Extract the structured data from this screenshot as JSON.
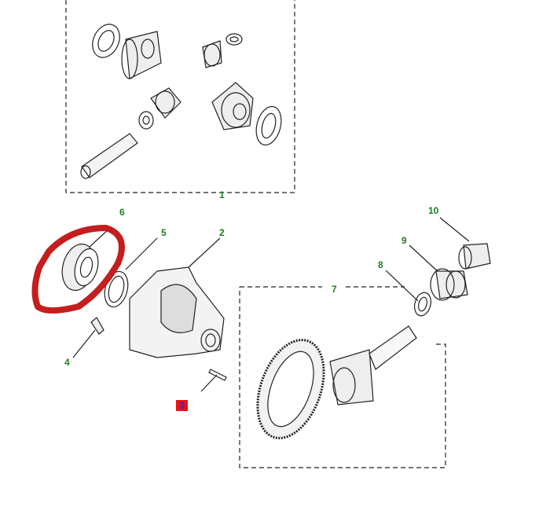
{
  "diagram": {
    "callouts": [
      {
        "id": "1",
        "label": "1"
      },
      {
        "id": "2",
        "label": "2"
      },
      {
        "id": "3",
        "label": "3",
        "highlighted": true
      },
      {
        "id": "4",
        "label": "4"
      },
      {
        "id": "5",
        "label": "5"
      },
      {
        "id": "6",
        "label": "6",
        "circled": true
      },
      {
        "id": "7",
        "label": "7"
      },
      {
        "id": "8",
        "label": "8"
      },
      {
        "id": "9",
        "label": "9"
      },
      {
        "id": "10",
        "label": "10"
      }
    ],
    "colors": {
      "label": "#1d7d1d",
      "highlight_bg": "#ee1111",
      "highlight_text": "#2a2ad8",
      "circle": "#c41e1e"
    }
  }
}
